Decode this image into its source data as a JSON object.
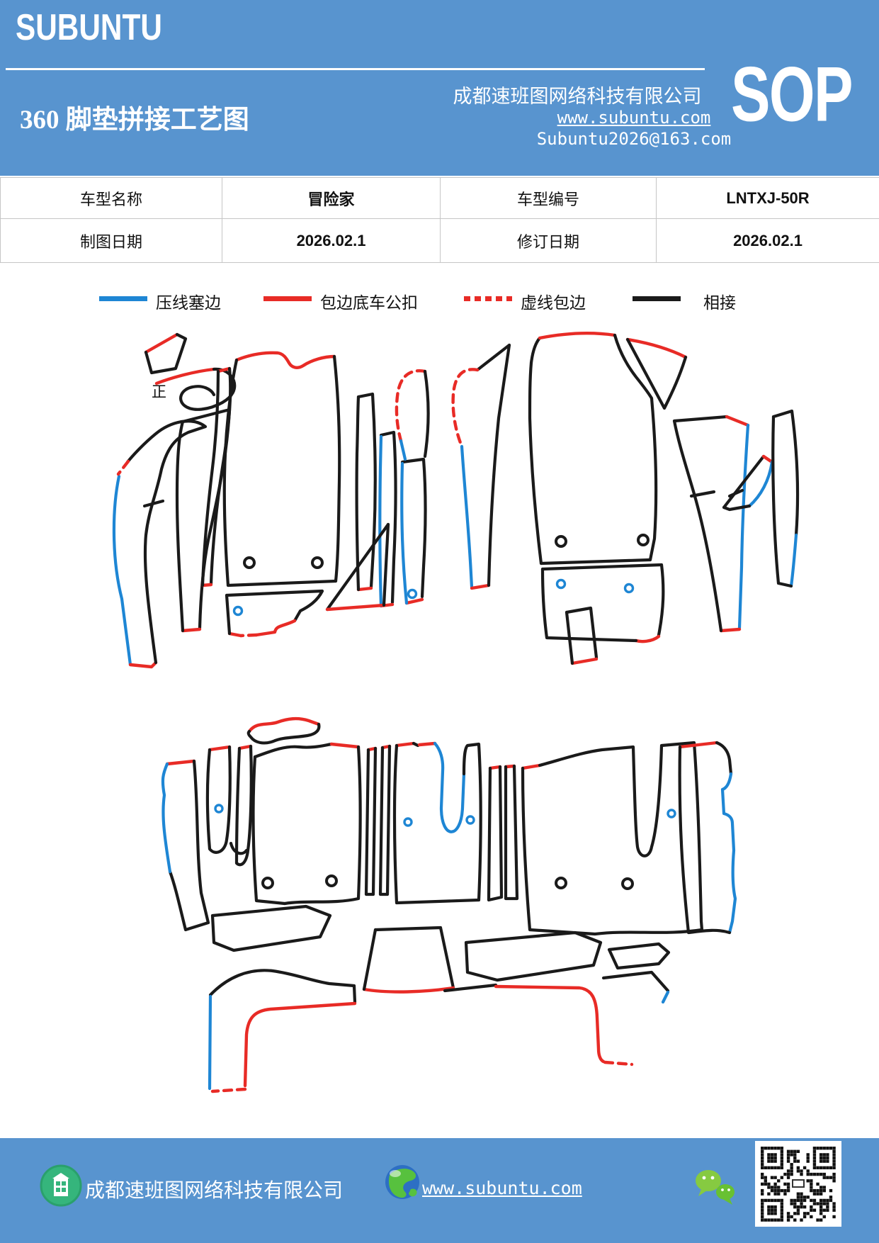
{
  "header": {
    "brand": "SUBUNTU",
    "company": "成都速班图网络科技有限公司",
    "title": "360 脚垫拼接工艺图",
    "website": "www.subuntu.com",
    "email": "Subuntu2026@163.com",
    "sop": "SOP"
  },
  "info_table": {
    "rows": [
      {
        "cells": [
          "车型名称",
          "冒险家",
          "车型编号",
          "LNTXJ-50R"
        ]
      },
      {
        "cells": [
          "制图日期",
          "2026.02.1",
          "修订日期",
          "2026.02.1"
        ]
      }
    ]
  },
  "legend": {
    "items": [
      {
        "label": "压线塞边",
        "color": "#1e86d4",
        "style": "solid"
      },
      {
        "label": "包边底车公扣",
        "color": "#e82b26",
        "style": "solid"
      },
      {
        "label": "虚线包边",
        "color": "#e82b26",
        "style": "dashed"
      },
      {
        "label": "相接",
        "color": "#1a1a1a",
        "style": "solid"
      }
    ]
  },
  "diagram": {
    "orientation_label": "正"
  },
  "footer": {
    "company": "成都速班图网络科技有限公司",
    "website": "www.subuntu.com"
  },
  "colors": {
    "banner_blue": "#5894cf",
    "line_blue": "#1e86d4",
    "line_red": "#e82b26",
    "line_black": "#1a1a1a"
  }
}
